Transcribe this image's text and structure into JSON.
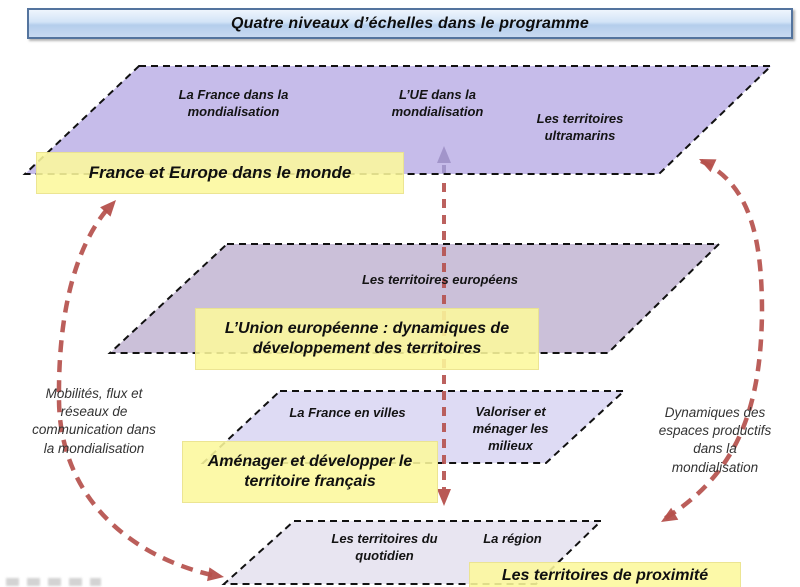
{
  "title": "Quatre niveaux d’échelles dans le programme",
  "levels": [
    {
      "highlight": "France et Europe dans le monde",
      "themes": [
        "La France dans la mondialisation",
        "L’UE dans la mondialisation",
        "Les territoires ultramarins"
      ]
    },
    {
      "highlight": "L’Union européenne : dynamiques de développement des territoires",
      "themes": [
        "Les territoires européens"
      ]
    },
    {
      "highlight": "Aménager et développer le territoire français",
      "themes": [
        "La France en villes",
        "Valoriser et ménager les milieux"
      ]
    },
    {
      "highlight": "Les territoires de proximité",
      "themes": [
        "Les territoires du quotidien",
        "La région"
      ]
    }
  ],
  "annotations": {
    "left": "Mobilités, flux et réseaux de communication dans la mondialisation",
    "right": "Dynamiques des espaces productifs dans la mondialisation"
  },
  "colors": {
    "title_border": "#54749e",
    "title_fill_top": "#eef5fd",
    "title_fill_bottom": "#b4cdec",
    "level_fills": [
      "#c6bcea",
      "#cbc0d9",
      "#dedbf4",
      "#e8e5f1"
    ],
    "highlight_fill": "#fcf89c",
    "arrow_red": "#b5504c",
    "arrow_muted_purple": "#a295ca",
    "shape_outline": "#111111",
    "annotation_text": "#333333"
  }
}
